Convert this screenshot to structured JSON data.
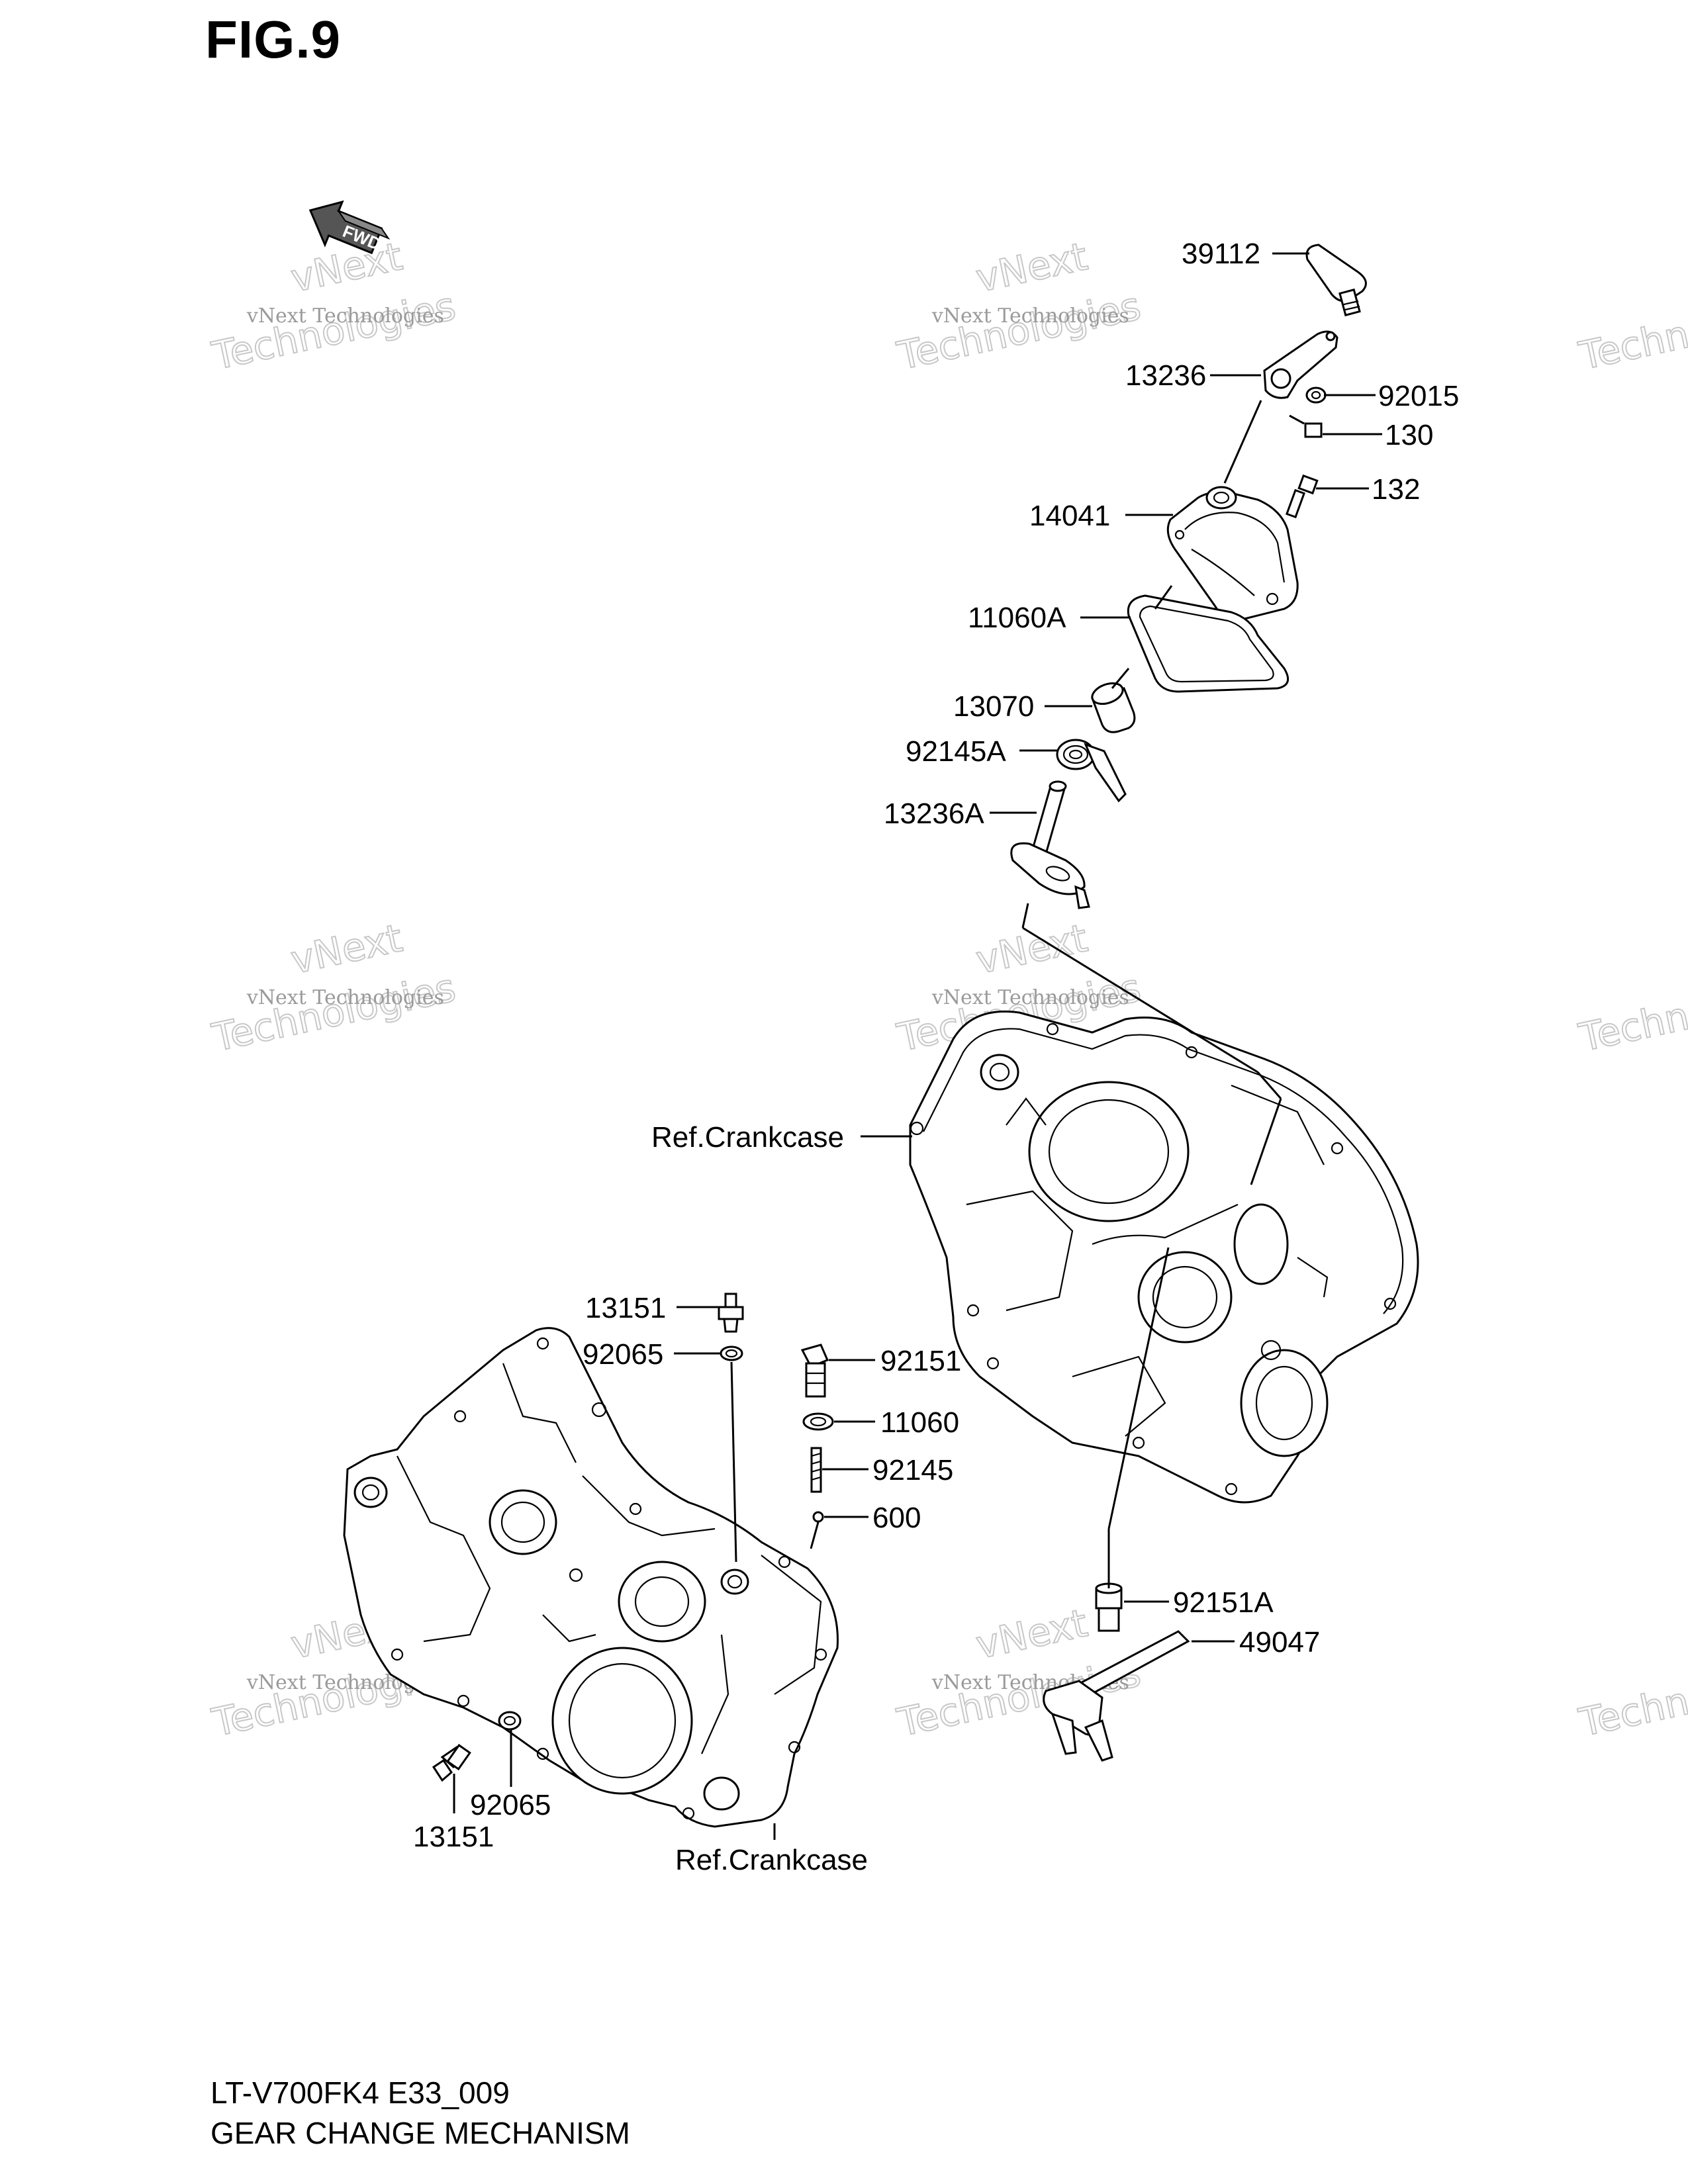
{
  "figure": {
    "title": "FIG.9"
  },
  "footer": {
    "model": "LT-V700FK4 E33_009",
    "section": "GEAR CHANGE MECHANISM"
  },
  "direction_badge": {
    "text": "FWD"
  },
  "watermark": {
    "line1": "vNext Technologies",
    "line2": "Technologies",
    "line3": "vNext"
  },
  "callouts": {
    "p39112": "39112",
    "p13236": "13236",
    "p92015": "92015",
    "p130": "130",
    "p132": "132",
    "p14041": "14041",
    "p11060A": "11060A",
    "p13070": "13070",
    "p92145A": "92145A",
    "p13236A": "13236A",
    "ref_crankcase_upper": "Ref.Crankcase",
    "p13151_upper": "13151",
    "p92065_upper": "92065",
    "p92151": "92151",
    "p11060": "11060",
    "p92145": "92145",
    "p600": "600",
    "p92151A": "92151A",
    "p49047": "49047",
    "p92065_lower": "92065",
    "p13151_lower": "13151",
    "ref_crankcase_lower": "Ref.Crankcase"
  }
}
